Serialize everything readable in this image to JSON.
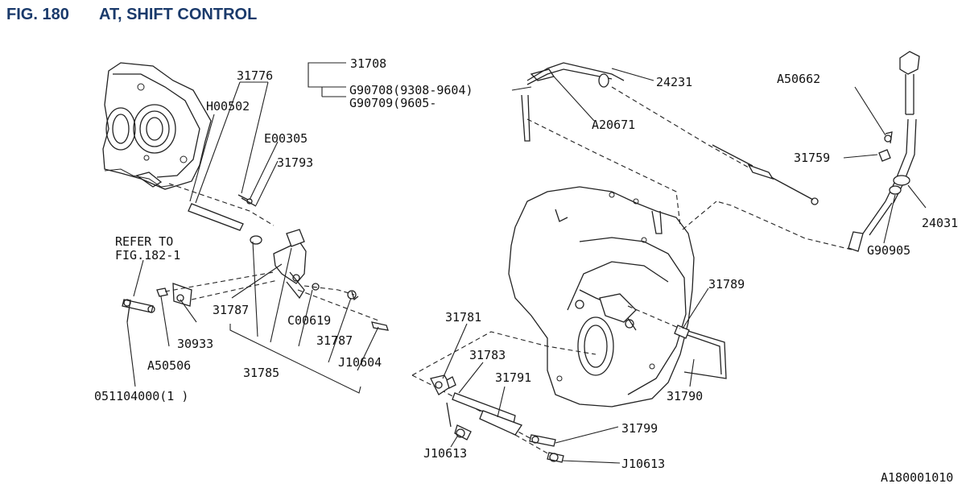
{
  "header": {
    "fig_number": "FIG. 180",
    "fig_title": "AT, SHIFT CONTROL"
  },
  "refer_note": {
    "line1": "REFER TO",
    "line2": "FIG.182-1"
  },
  "callouts": {
    "c31776": "31776",
    "cH00502": "H00502",
    "cE00305": "E00305",
    "c31793": "31793",
    "c31708": "31708",
    "cG90708": "G90708(9308-9604)",
    "cG90709": "G90709(9605-",
    "c24231": "24231",
    "cA20671": "A20671",
    "cA50662": "A50662",
    "c31759": "31759",
    "c24031": "24031",
    "cG90905": "G90905",
    "c31787a": "31787",
    "cC00619": "C00619",
    "c31787b": "31787",
    "cJ10604": "J10604",
    "c30933": "30933",
    "cA50506": "A50506",
    "c31785": "31785",
    "c051104000": "051104000(1  )",
    "c31789": "31789",
    "c31781": "31781",
    "c31783": "31783",
    "c31791": "31791",
    "c31790": "31790",
    "c31799": "31799",
    "cJ10613a": "J10613",
    "cJ10613b": "J10613"
  },
  "footer": {
    "drawing_id": "A180001010"
  }
}
